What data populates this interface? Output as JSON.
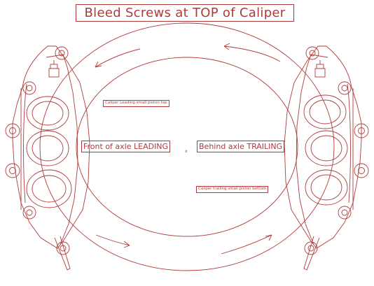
{
  "title": "Bleed Screws at TOP of Caliper",
  "labels": {
    "leading": "Front of axle LEADING",
    "trailing": "Behind axle TRAILING",
    "caliper_leading_note": "Caliper Leading small piston top",
    "caliper_trailing_note": "Caliper trailing small piston bottom",
    "center_mark": "x"
  },
  "colors": {
    "line": "#b03a3a",
    "background": "#ffffff"
  }
}
